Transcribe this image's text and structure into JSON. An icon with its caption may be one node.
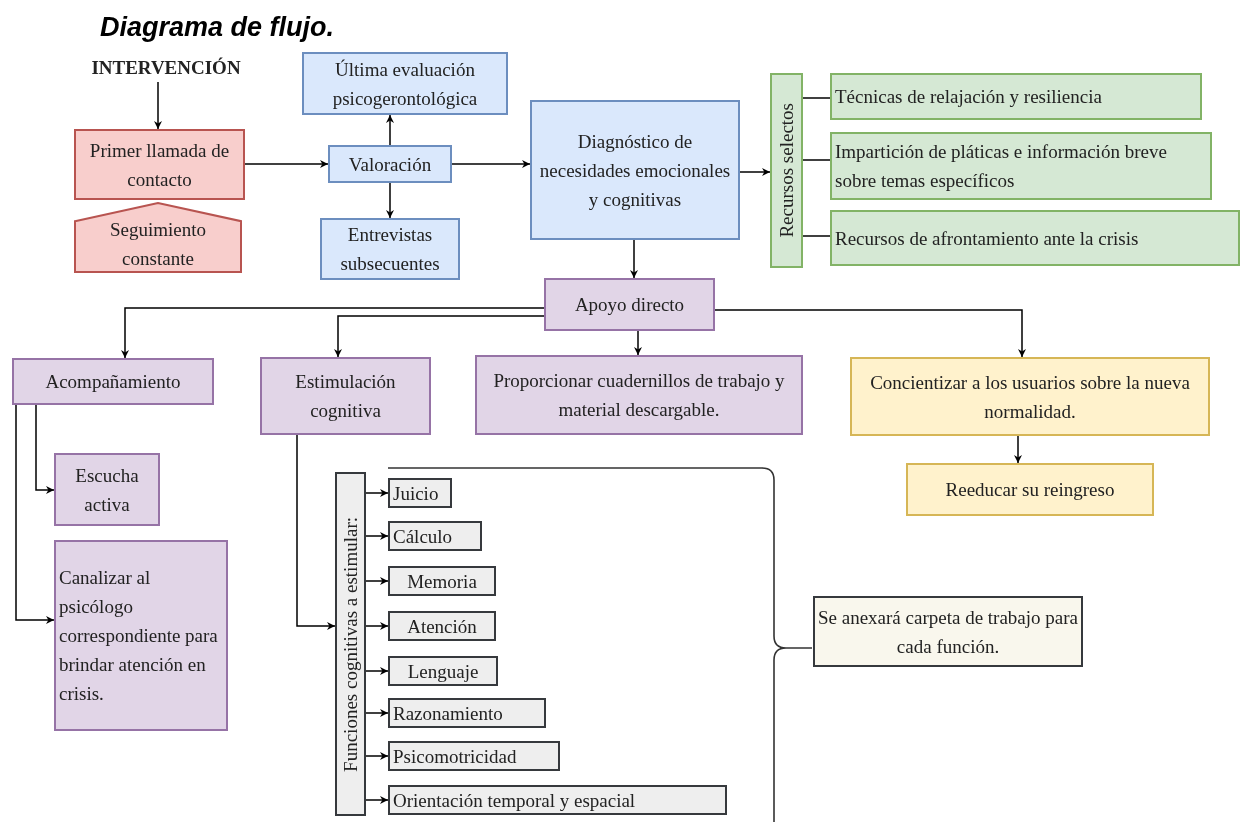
{
  "diagram": {
    "title": "Diagrama de flujo.",
    "nodes": [
      {
        "text": [
          "INTERVENCIÓN"
        ]
      },
      {
        "text": [
          "Primer llamada de contacto"
        ]
      },
      {
        "text": [
          "Seguimiento constante"
        ]
      },
      {
        "text": [
          "Última evaluación psicogerontológica"
        ]
      },
      {
        "text": [
          "Valoración"
        ]
      },
      {
        "text": [
          "Entrevistas subsecuentes"
        ]
      },
      {
        "text": [
          "Diagnóstico de necesidades emocionales y cognitivas"
        ]
      },
      {
        "text": [
          "Recursos selectos"
        ]
      },
      {
        "text": [
          "Técnicas de relajación y resiliencia"
        ]
      },
      {
        "text": [
          "Impartición de pláticas e información breve sobre temas específicos"
        ]
      },
      {
        "text": [
          "Recursos de afrontamiento ante la crisis"
        ]
      },
      {
        "text": [
          "Apoyo directo"
        ]
      },
      {
        "text": [
          "Acompañamiento"
        ]
      },
      {
        "text": [
          "Estimulación cognitiva"
        ]
      },
      {
        "text": [
          "Proporcionar cuadernillos de trabajo y material descargable."
        ]
      },
      {
        "text": [
          "Concientizar a los usuarios sobre la nueva normalidad."
        ]
      },
      {
        "text": [
          "Escucha activa"
        ]
      },
      {
        "text": [
          "Canalizar al psicólogo correspondiente para brindar atención en crisis."
        ]
      },
      {
        "text": [
          "Funciones cognitivas a estimular:"
        ]
      },
      {
        "text": [
          "Juicio"
        ]
      },
      {
        "text": [
          "Cálculo"
        ]
      },
      {
        "text": [
          "Memoria"
        ]
      },
      {
        "text": [
          "Atención"
        ]
      },
      {
        "text": [
          "Lenguaje"
        ]
      },
      {
        "text": [
          "Razonamiento"
        ]
      },
      {
        "text": [
          "Psicomotricidad"
        ]
      },
      {
        "text": [
          "Orientación temporal y espacial"
        ]
      },
      {
        "text": [
          "Se anexará carpeta de trabajo para cada función."
        ]
      },
      {
        "text": [
          "Reeducar su reingreso"
        ]
      }
    ],
    "edges": [
      {
        "from": 0,
        "to": 1,
        "arrow": "to"
      },
      {
        "from": 1,
        "to": 4,
        "arrow": "to"
      },
      {
        "from": 4,
        "to": 3,
        "arrow": "to"
      },
      {
        "from": 4,
        "to": 5,
        "arrow": "to"
      },
      {
        "from": 4,
        "to": 6,
        "arrow": "to"
      },
      {
        "from": 6,
        "to": 7,
        "arrow": "to"
      },
      {
        "from": 7,
        "to": 8,
        "arrow": "none"
      },
      {
        "from": 7,
        "to": 9,
        "arrow": "none"
      },
      {
        "from": 7,
        "to": 10,
        "arrow": "none"
      },
      {
        "from": 6,
        "to": 11,
        "arrow": "to"
      },
      {
        "from": 11,
        "to": 12,
        "arrow": "to"
      },
      {
        "from": 11,
        "to": 13,
        "arrow": "to"
      },
      {
        "from": 11,
        "to": 14,
        "arrow": "to"
      },
      {
        "from": 11,
        "to": 15,
        "arrow": "to"
      },
      {
        "from": 15,
        "to": 28,
        "arrow": "to"
      },
      {
        "from": 12,
        "to": 16,
        "arrow": "to"
      },
      {
        "from": 12,
        "to": 17,
        "arrow": "to"
      },
      {
        "from": 13,
        "to": 18,
        "arrow": "to"
      },
      {
        "from": 18,
        "to": 19,
        "arrow": "to"
      },
      {
        "from": 18,
        "to": 20,
        "arrow": "to"
      },
      {
        "from": 18,
        "to": 21,
        "arrow": "to"
      },
      {
        "from": 18,
        "to": 22,
        "arrow": "to"
      },
      {
        "from": 18,
        "to": 23,
        "arrow": "to"
      },
      {
        "from": 18,
        "to": 24,
        "arrow": "to"
      },
      {
        "from": 18,
        "to": 25,
        "arrow": "to"
      },
      {
        "from": 18,
        "to": 26,
        "arrow": "to"
      }
    ]
  }
}
